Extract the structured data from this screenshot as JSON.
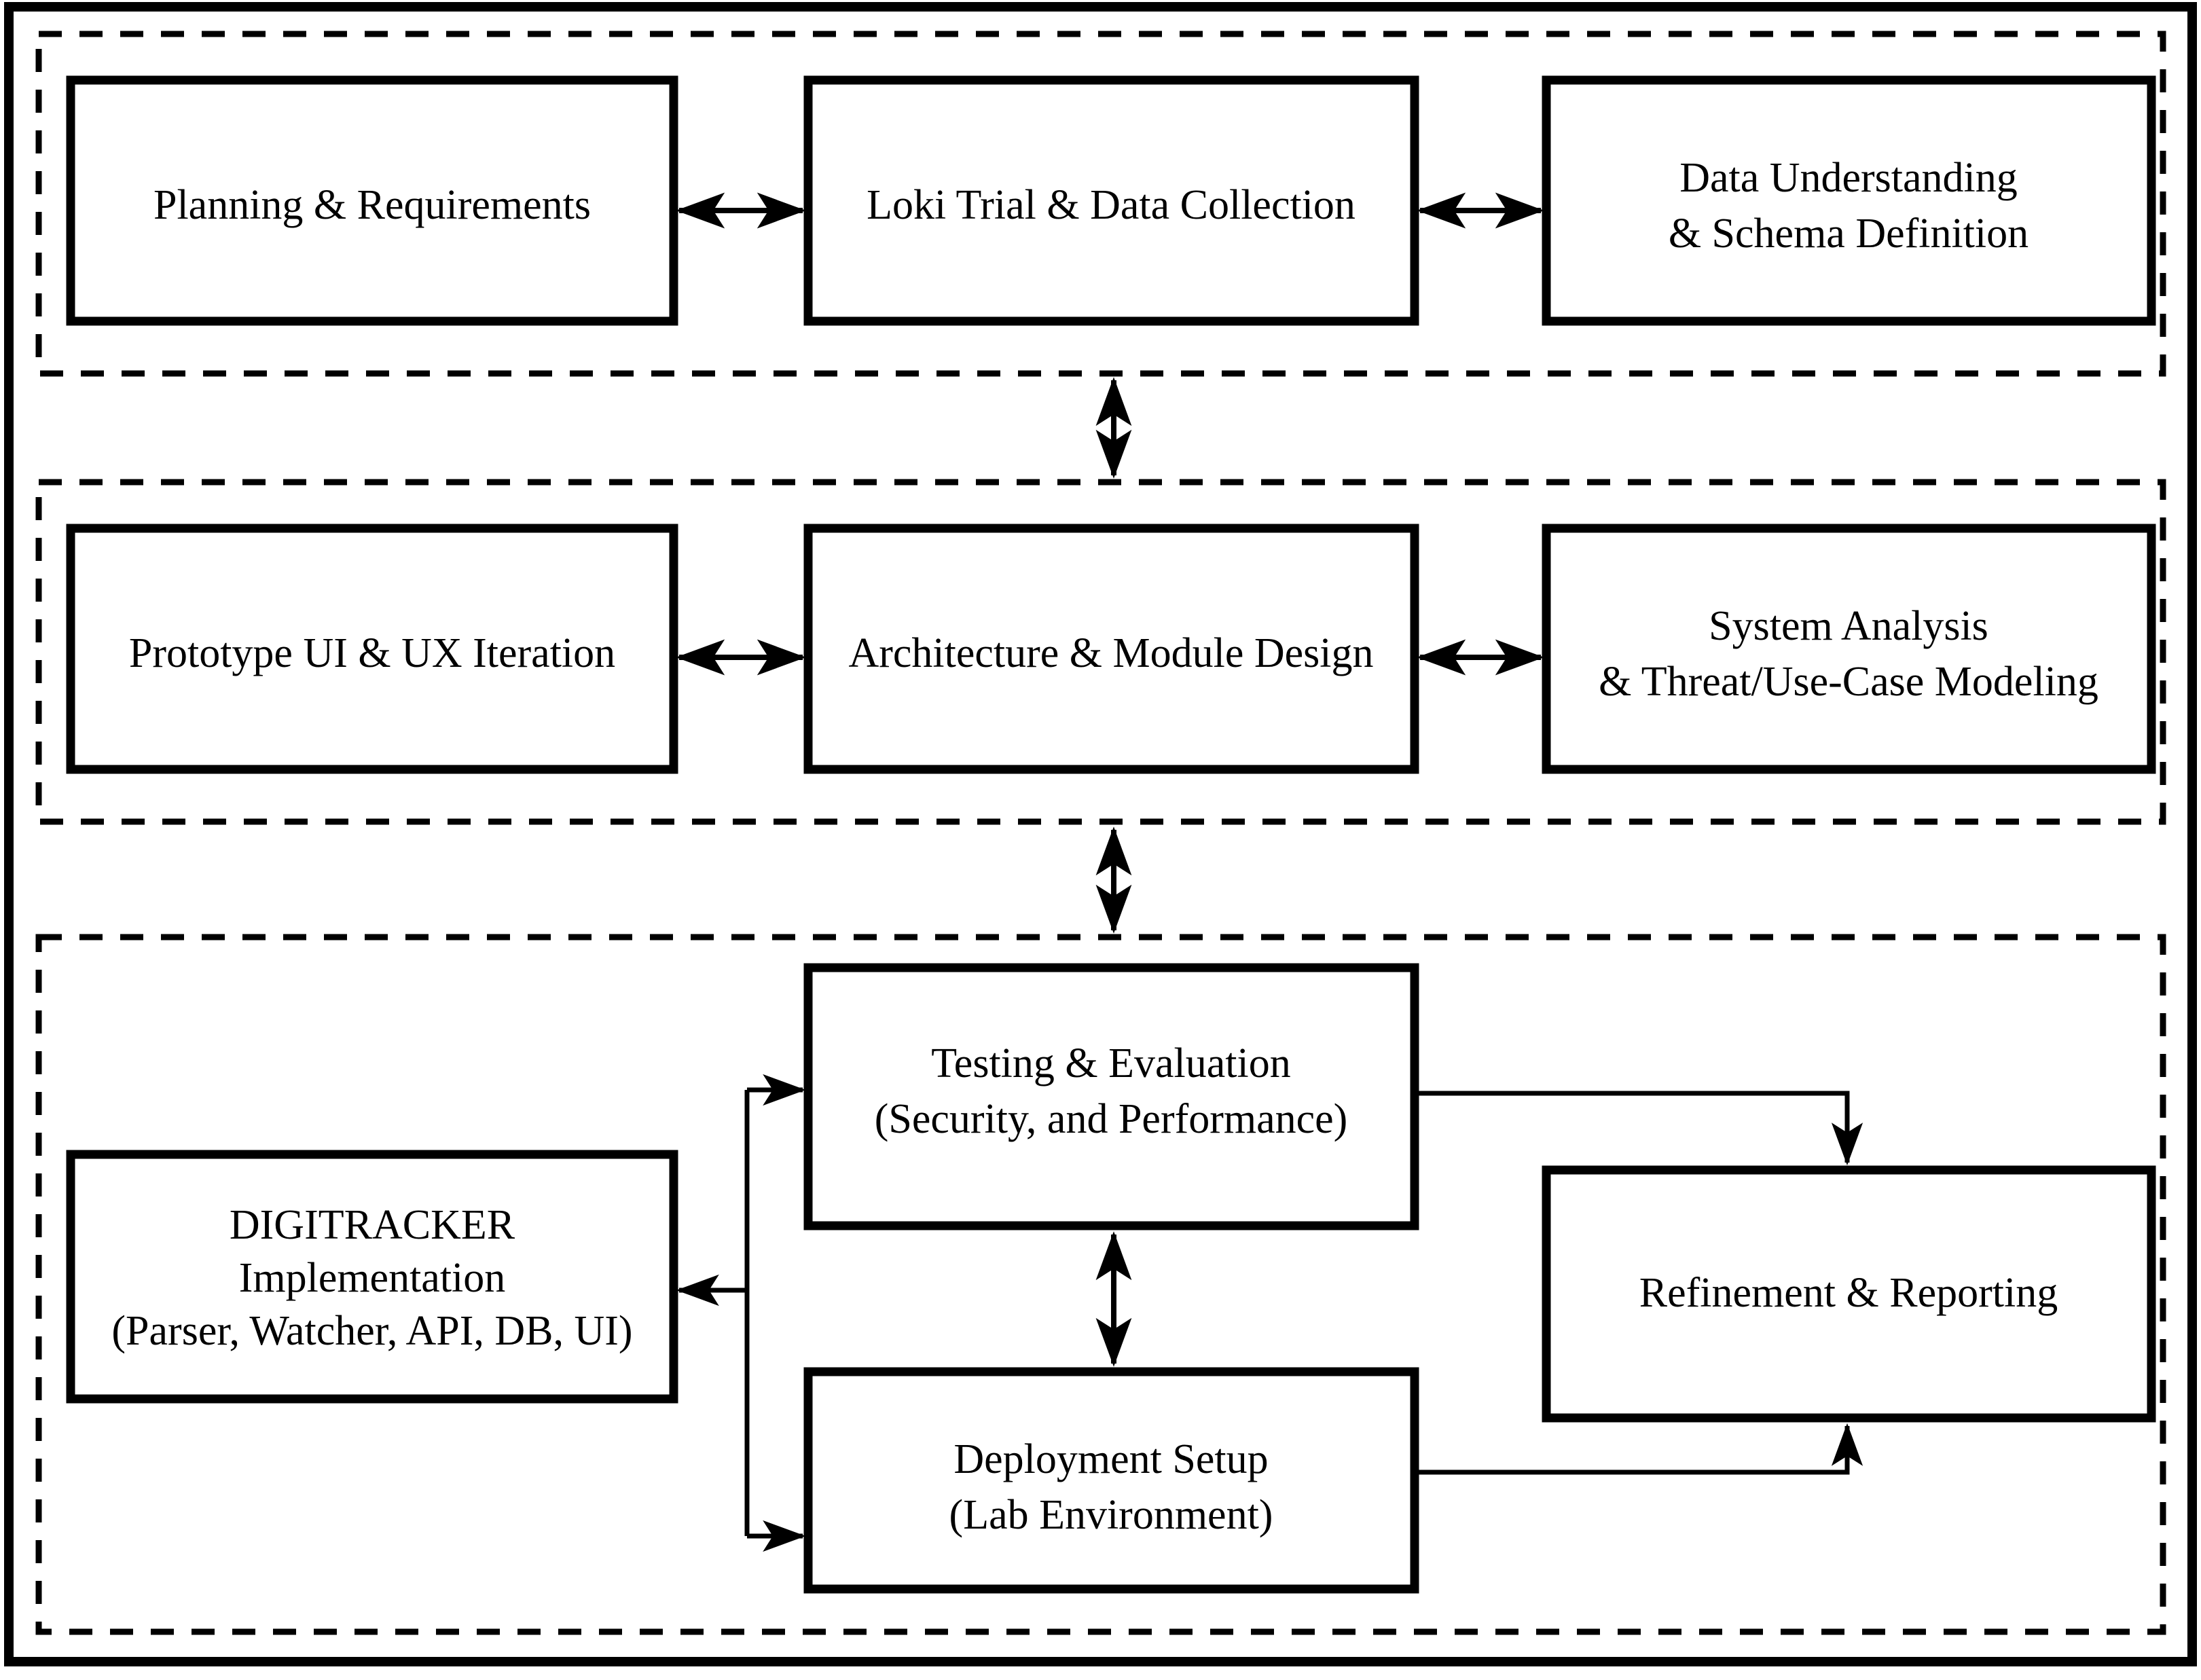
{
  "diagram": {
    "title": "DIGITRACKER development methodology flow",
    "type": "flowchart",
    "background_color": "#ffffff",
    "line_color": "#000000",
    "box_fill_color": "#ffffff",
    "groups": [
      {
        "id": "group-planning",
        "name": "planning-phase-group",
        "nodes": [
          "node-planning",
          "node-loki",
          "node-data-understanding"
        ]
      },
      {
        "id": "group-design",
        "name": "design-phase-group",
        "nodes": [
          "node-prototype",
          "node-architecture",
          "node-system-analysis"
        ]
      },
      {
        "id": "group-build",
        "name": "implementation-phase-group",
        "nodes": [
          "node-digitracker",
          "node-testing",
          "node-deployment",
          "node-refinement"
        ]
      }
    ],
    "nodes": {
      "node-planning": {
        "lines": [
          "Planning & Requirements"
        ]
      },
      "node-loki": {
        "lines": [
          "Loki Trial & Data Collection"
        ]
      },
      "node-data-understanding": {
        "lines": [
          "Data Understanding",
          "& Schema Definition"
        ]
      },
      "node-prototype": {
        "lines": [
          "Prototype UI & UX Iteration"
        ]
      },
      "node-architecture": {
        "lines": [
          "Architecture & Module Design"
        ]
      },
      "node-system-analysis": {
        "lines": [
          "System Analysis",
          "& Threat/Use-Case Modeling"
        ]
      },
      "node-digitracker": {
        "lines": [
          "DIGITRACKER",
          "Implementation",
          "(Parser, Watcher, API, DB, UI)"
        ]
      },
      "node-testing": {
        "lines": [
          "Testing & Evaluation",
          "(Security, and Performance)"
        ]
      },
      "node-deployment": {
        "lines": [
          "Deployment Setup",
          "(Lab Environment)"
        ]
      },
      "node-refinement": {
        "lines": [
          "Refinement & Reporting"
        ]
      }
    },
    "edges": [
      {
        "id": "edge-planning-loki",
        "from": "node-planning",
        "to": "node-loki",
        "style": "double-arrow"
      },
      {
        "id": "edge-loki-data",
        "from": "node-loki",
        "to": "node-data-understanding",
        "style": "double-arrow"
      },
      {
        "id": "edge-group1-group2",
        "from": "group-planning",
        "to": "group-design",
        "style": "double-arrow"
      },
      {
        "id": "edge-prototype-architecture",
        "from": "node-prototype",
        "to": "node-architecture",
        "style": "double-arrow"
      },
      {
        "id": "edge-architecture-analysis",
        "from": "node-architecture",
        "to": "node-system-analysis",
        "style": "double-arrow"
      },
      {
        "id": "edge-group2-group3",
        "from": "group-design",
        "to": "group-build",
        "style": "double-arrow"
      },
      {
        "id": "edge-bus-testing",
        "from": "bus",
        "to": "node-testing",
        "style": "single-arrow"
      },
      {
        "id": "edge-bus-deployment",
        "from": "bus",
        "to": "node-deployment",
        "style": "single-arrow"
      },
      {
        "id": "edge-bus-digitracker",
        "from": "bus",
        "to": "node-digitracker",
        "style": "single-arrow"
      },
      {
        "id": "edge-testing-deployment",
        "from": "node-testing",
        "to": "node-deployment",
        "style": "double-arrow"
      },
      {
        "id": "edge-testing-refinement",
        "from": "node-testing",
        "to": "node-refinement",
        "style": "single-arrow"
      },
      {
        "id": "edge-deployment-refinement",
        "from": "node-deployment",
        "to": "node-refinement",
        "style": "single-arrow"
      }
    ]
  }
}
